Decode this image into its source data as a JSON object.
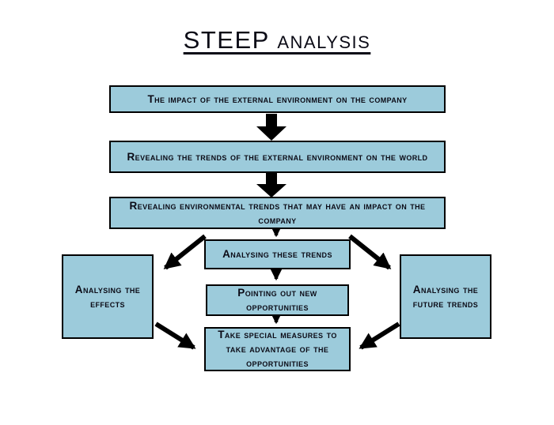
{
  "title": {
    "text": "STEEP analysis"
  },
  "colors": {
    "background": "#ffffff",
    "box_fill": "#9ccbdb",
    "box_border": "#000000",
    "text": "#0b0b16",
    "arrow": "#000000"
  },
  "diagram": {
    "steps": [
      {
        "id": "impact",
        "label": "The impact of the external environment on the company"
      },
      {
        "id": "trends-world",
        "label": "Revealing the trends of the external environment on the world"
      },
      {
        "id": "trends-company",
        "label": "Revealing environmental trends that may have an impact on the company"
      },
      {
        "id": "analysing-trends",
        "label": "Analysing these trends"
      },
      {
        "id": "new-opportunities",
        "label": "Pointing out new opportunities"
      },
      {
        "id": "special-measures",
        "label": "Take special measures to take advantage of the opportunities"
      }
    ],
    "side_boxes": {
      "left": {
        "label": "Analysing the effects"
      },
      "right": {
        "label": "Analysing the future trends"
      }
    },
    "connectors": [
      {
        "from": "impact",
        "to": "trends-world",
        "style": "block-arrow"
      },
      {
        "from": "trends-world",
        "to": "trends-company",
        "style": "block-arrow"
      },
      {
        "from": "trends-company",
        "to": "analysing-trends",
        "style": "line-arrow"
      },
      {
        "from": "trends-company",
        "to": "side-left",
        "style": "diagonal-arrow"
      },
      {
        "from": "trends-company",
        "to": "side-right",
        "style": "diagonal-arrow"
      },
      {
        "from": "analysing-trends",
        "to": "new-opportunities",
        "style": "line-arrow"
      },
      {
        "from": "new-opportunities",
        "to": "special-measures",
        "style": "line-arrow"
      },
      {
        "from": "side-left",
        "to": "special-measures",
        "style": "diagonal-arrow"
      },
      {
        "from": "side-right",
        "to": "special-measures",
        "style": "diagonal-arrow"
      }
    ]
  }
}
